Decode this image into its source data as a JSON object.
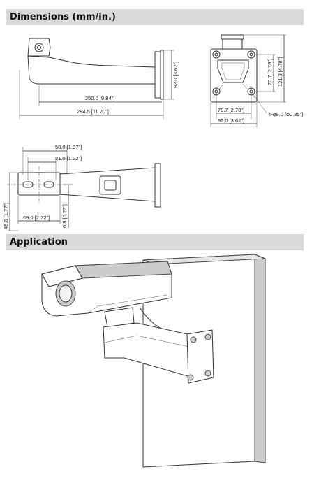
{
  "sections": {
    "dimensions_title": "Dimensions  (mm/in.)",
    "application_title": "Application"
  },
  "dims": {
    "side_len_inner": "250.0 [9.84\"]",
    "side_len_outer": "284.5 [11.20\"]",
    "side_height": "92.0 [3.62\"]",
    "front_h1": "70.7 [2.78\"]",
    "front_h2": "121.3 [4.78\"]",
    "front_w1": "70.7 [2.78\"]",
    "front_w2": "92.0 [3.62\"]",
    "front_hole": "4-φ9.0 [φ0.35\"]",
    "top_w1": "50.0 [1.97\"]",
    "top_w2": "31.0 [1.22\"]",
    "top_w3": "69.0 [2.72\"]",
    "top_h1": "45.0 [1.77\"]",
    "top_h2": "6.8 [0.27\"]"
  }
}
